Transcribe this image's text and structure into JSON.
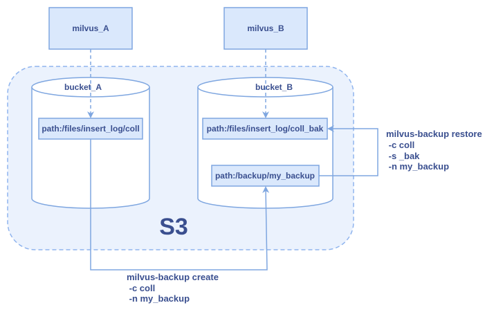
{
  "diagram": {
    "nodes": {
      "milvus_a": "milvus_A",
      "milvus_b": "milvus_B",
      "bucket_a": "bucket_A",
      "bucket_b": "bucket_B",
      "path_a_coll": "path:/files/insert_log/coll",
      "path_b_coll_bak": "path:/files/insert_log/coll_bak",
      "path_b_backup": "path:/backup/my_backup",
      "s3_label": "S3"
    },
    "commands": {
      "restore": {
        "title": "milvus-backup restore",
        "args": [
          " -c coll",
          " -s _bak",
          " -n my_backup"
        ]
      },
      "create": {
        "title": "milvus-backup create",
        "args": [
          " -c coll",
          " -n my_backup"
        ]
      }
    },
    "colors": {
      "box_fill": "#dae8fc",
      "box_stroke": "#7ea6e0",
      "region_fill": "#ebf2fd",
      "region_stroke": "#8fb4ee",
      "text": "#3a4f8f",
      "arrow": "#7ea6e0"
    }
  }
}
